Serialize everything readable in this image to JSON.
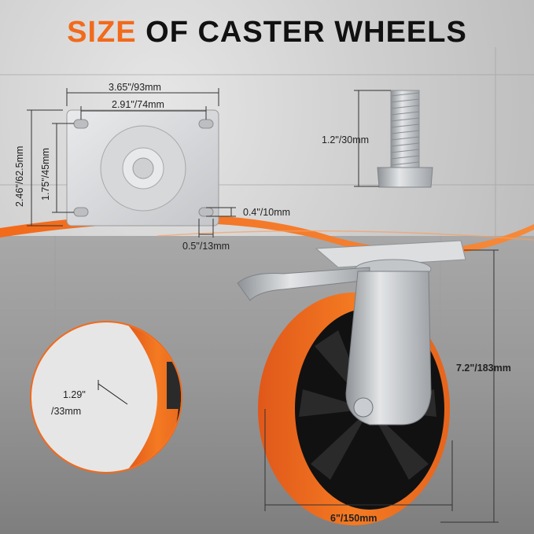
{
  "title": {
    "accent": "SIZE",
    "rest": " OF CASTER WHEELS"
  },
  "colors": {
    "accent": "#f26a1b",
    "wheel": "#f47a22",
    "hub": "#1a1a1a",
    "steel": "#c9ccd0"
  },
  "dimensions": {
    "plate_width": "3.65\"/93mm",
    "hole_spacing_width": "2.91\"/74mm",
    "plate_height": "2.46\"/62.5mm",
    "hole_spacing_height": "1.75\"/45mm",
    "slot_width": "0.4\"/10mm",
    "slot_length": "0.5\"/13mm",
    "stem_length": "1.2\"/30mm",
    "total_height": "7.2\"/183mm",
    "wheel_diameter": "6\"/150mm",
    "tread_width_top": "1.29\"",
    "tread_width_bottom": "/33mm"
  }
}
